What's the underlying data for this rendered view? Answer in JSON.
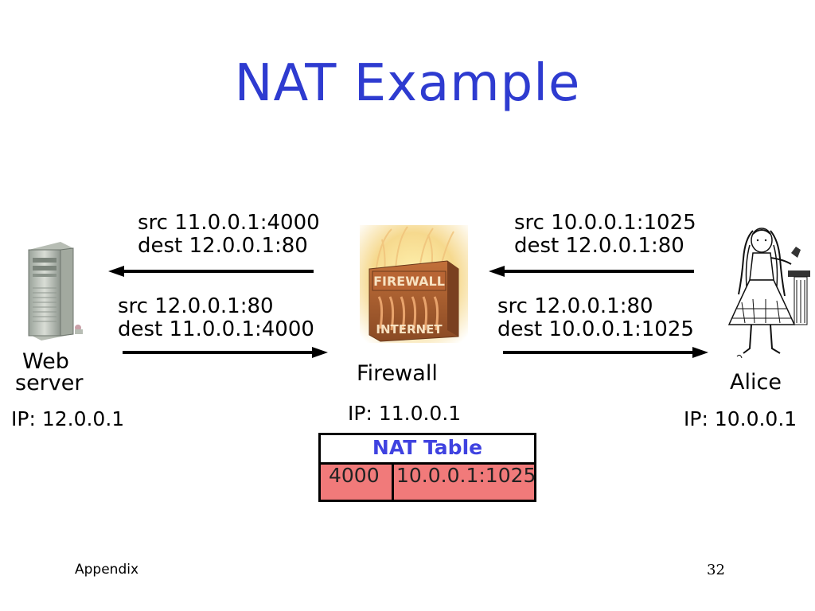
{
  "title": "NAT Example",
  "nodes": {
    "web_server": {
      "label_line1": "Web",
      "label_line2": "server",
      "ip": "IP: 12.0.0.1"
    },
    "firewall": {
      "label": "Firewall",
      "ip": "IP: 11.0.0.1",
      "image_text_top": "FIREWALL",
      "image_text_bottom": "INTERNET"
    },
    "alice": {
      "label": "Alice",
      "ip": "IP: 10.0.0.1"
    }
  },
  "packets": {
    "fw_to_server": {
      "src": "src 11.0.0.1:4000",
      "dest": "dest 12.0.0.1:80"
    },
    "server_to_fw": {
      "src": "src 12.0.0.1:80",
      "dest": "dest 11.0.0.1:4000"
    },
    "alice_to_fw": {
      "src": "src 10.0.0.1:1025",
      "dest": "dest 12.0.0.1:80"
    },
    "fw_to_alice": {
      "src": "src 12.0.0.1:80",
      "dest": "dest 10.0.0.1:1025"
    }
  },
  "nat_table": {
    "header": "NAT Table",
    "rows": [
      {
        "port": "4000",
        "address": "10.0.0.1:1025"
      }
    ]
  },
  "footer": {
    "left": "Appendix",
    "page_number": "32"
  },
  "colors": {
    "title": "#2e3bd0",
    "nat_header": "#3f42e0",
    "nat_row": "#f17a7a"
  }
}
